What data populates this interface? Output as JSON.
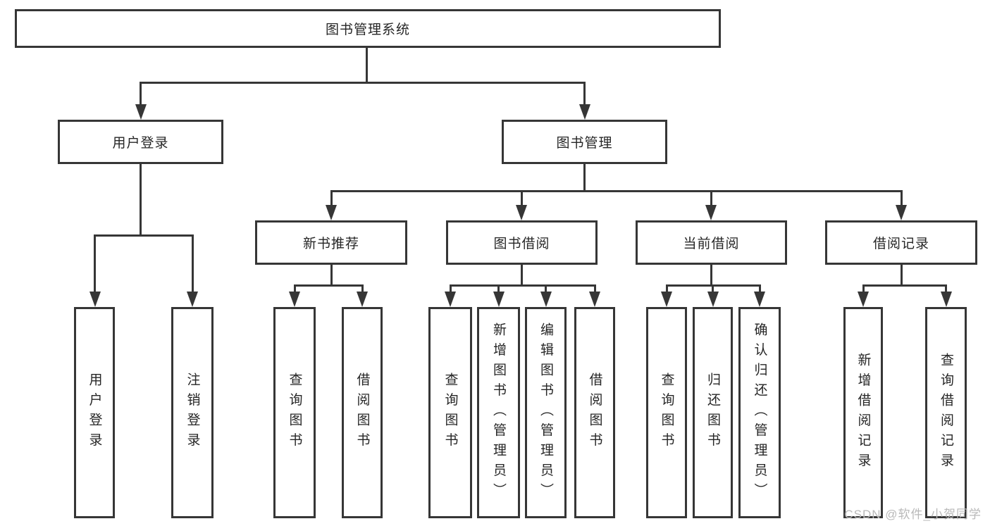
{
  "diagram": {
    "root": {
      "label": "图书管理系统",
      "children": [
        {
          "label": "用户登录",
          "children": [
            {
              "label": "用户登录"
            },
            {
              "label": "注销登录"
            }
          ]
        },
        {
          "label": "图书管理",
          "children": [
            {
              "label": "新书推荐",
              "children": [
                {
                  "label": "查询图书"
                },
                {
                  "label": "借阅图书"
                }
              ]
            },
            {
              "label": "图书借阅",
              "children": [
                {
                  "label": "查询图书"
                },
                {
                  "label": "新增图书（管理员）"
                },
                {
                  "label": "编辑图书（管理员）"
                },
                {
                  "label": "借阅图书"
                }
              ]
            },
            {
              "label": "当前借阅",
              "children": [
                {
                  "label": "查询图书"
                },
                {
                  "label": "归还图书"
                },
                {
                  "label": "确认归还（管理员）"
                }
              ]
            },
            {
              "label": "借阅记录",
              "children": [
                {
                  "label": "新增借阅记录"
                },
                {
                  "label": "查询借阅记录"
                }
              ]
            }
          ]
        }
      ]
    },
    "watermark": "CSDN @软件_小贺同学",
    "colors": {
      "line": "#363636",
      "text": "#262626",
      "background": "#ffffff",
      "watermark": "#b9b9b9"
    }
  }
}
